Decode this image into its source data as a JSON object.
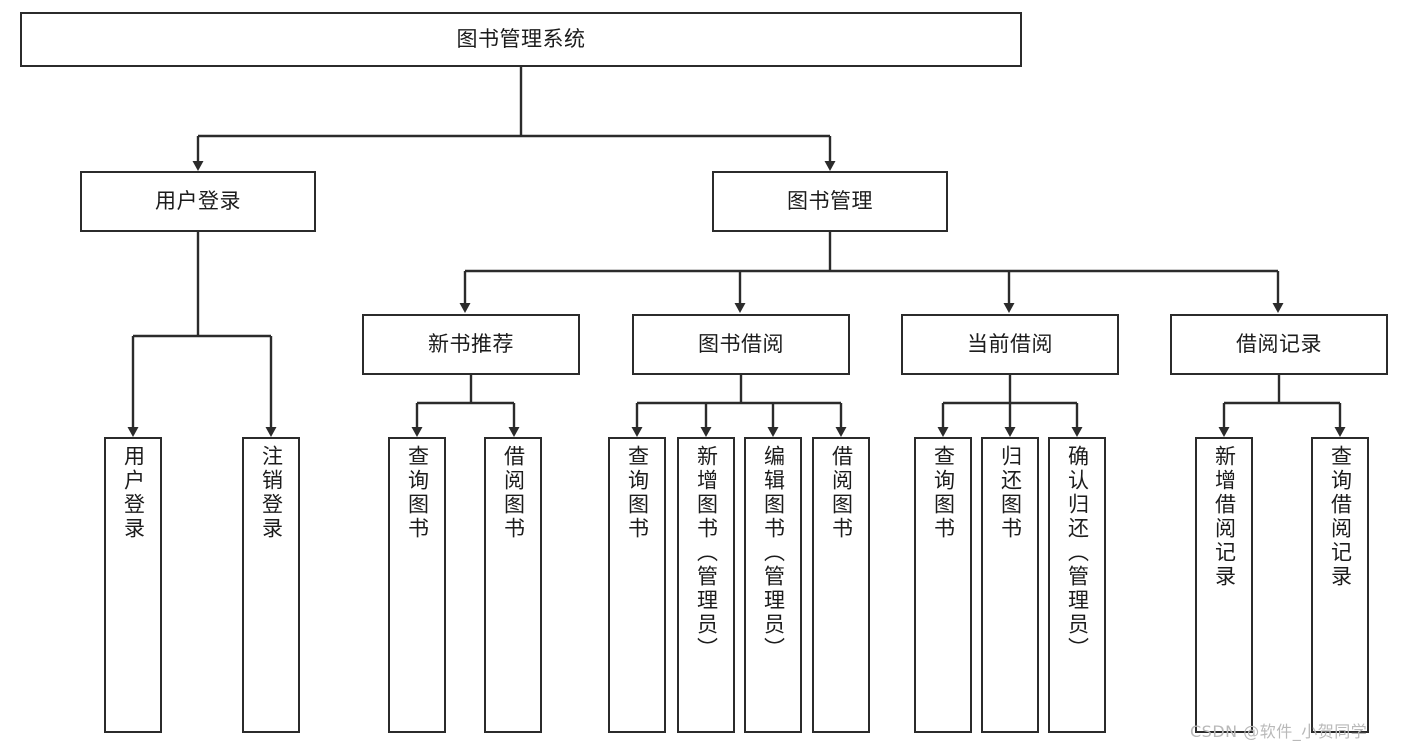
{
  "diagram": {
    "title": "图书管理系统",
    "type": "tree-hierarchy",
    "root": {
      "id": "root",
      "label": "图书管理系统"
    },
    "level2": [
      {
        "id": "user-login",
        "label": "用户登录"
      },
      {
        "id": "book-manage",
        "label": "图书管理"
      }
    ],
    "level3": [
      {
        "id": "new-book-rec",
        "label": "新书推荐",
        "parent": "book-manage"
      },
      {
        "id": "book-borrow",
        "label": "图书借阅",
        "parent": "book-manage"
      },
      {
        "id": "current-borrow",
        "label": "当前借阅",
        "parent": "book-manage"
      },
      {
        "id": "borrow-record",
        "label": "借阅记录",
        "parent": "book-manage"
      }
    ],
    "leaves": [
      {
        "id": "leaf-user-login",
        "label": "用户登录",
        "parent": "user-login"
      },
      {
        "id": "leaf-user-logout",
        "label": "注销登录",
        "parent": "user-login"
      },
      {
        "id": "leaf-query-book-1",
        "label": "查询图书",
        "parent": "new-book-rec"
      },
      {
        "id": "leaf-borrow-book-1",
        "label": "借阅图书",
        "parent": "new-book-rec"
      },
      {
        "id": "leaf-query-book-2",
        "label": "查询图书",
        "parent": "book-borrow"
      },
      {
        "id": "leaf-add-book",
        "label": "新增图书（管理员）",
        "parent": "book-borrow"
      },
      {
        "id": "leaf-edit-book",
        "label": "编辑图书（管理员）",
        "parent": "book-borrow"
      },
      {
        "id": "leaf-borrow-book-2",
        "label": "借阅图书",
        "parent": "book-borrow"
      },
      {
        "id": "leaf-query-book-3",
        "label": "查询图书",
        "parent": "current-borrow"
      },
      {
        "id": "leaf-return-book",
        "label": "归还图书",
        "parent": "current-borrow"
      },
      {
        "id": "leaf-confirm-return",
        "label": "确认归还（管理员）",
        "parent": "current-borrow"
      },
      {
        "id": "leaf-add-record",
        "label": "新增借阅记录",
        "parent": "borrow-record"
      },
      {
        "id": "leaf-query-record",
        "label": "查询借阅记录",
        "parent": "borrow-record"
      }
    ],
    "colors": {
      "stroke": "#2b2b2b",
      "fill": "#ffffff",
      "text": "#1c1c1c",
      "watermark": "#b9b9b9"
    }
  },
  "watermark": {
    "text": "CSDN @软件_小贺同学"
  }
}
